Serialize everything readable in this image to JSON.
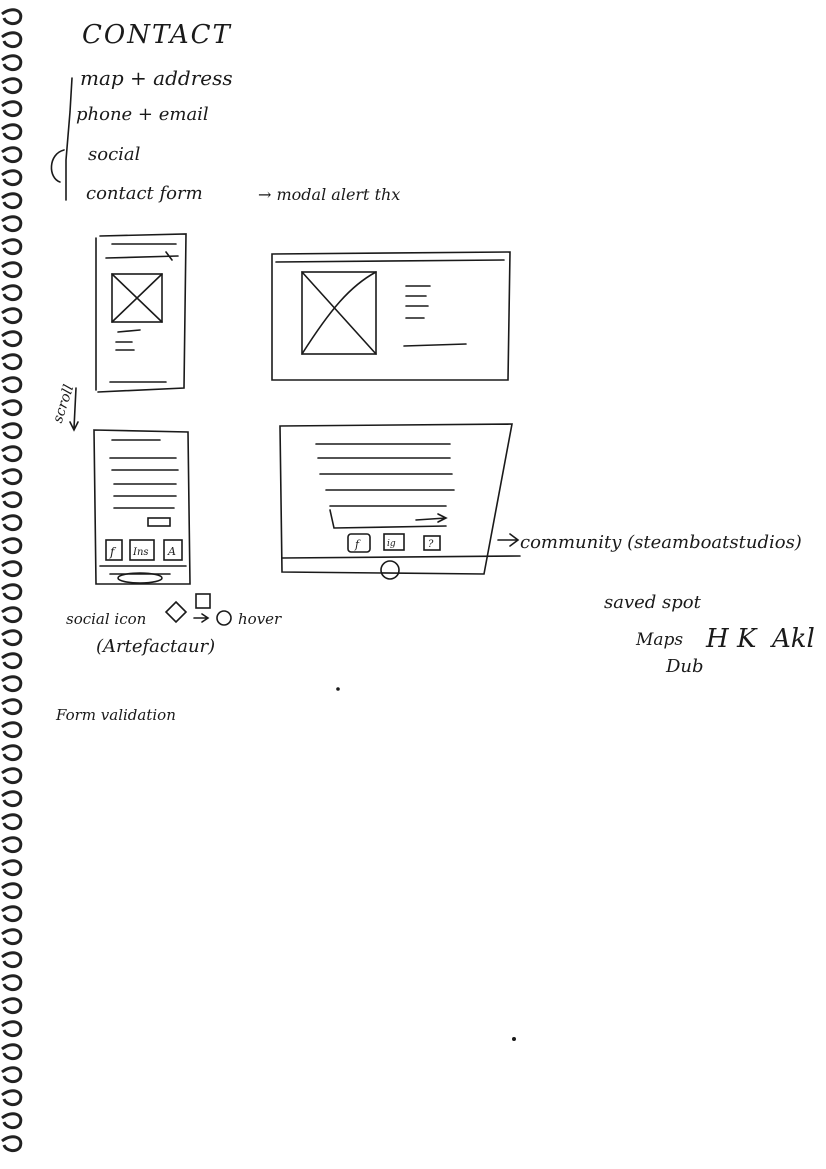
{
  "page": {
    "title": "CONTACT",
    "notes": [
      "map + address",
      "phone + email",
      "social",
      "contact form",
      "→ modal alert thx"
    ]
  },
  "sketch_labels": {
    "scroll": "scroll",
    "community": "community (steamboatstudios)",
    "social_icon": "social icon",
    "hover": "hover",
    "artefactaur": "(Artefactaur)",
    "saved_spot": "saved spot",
    "maps": "Maps",
    "hk": "H K",
    "akl": "Akl",
    "dub": "Dub",
    "form_validation": "Form validation"
  },
  "mobile_social_icons": [
    "f",
    "Ins",
    "A"
  ],
  "desktop_social_icons": [
    "f",
    "ig",
    "?"
  ]
}
